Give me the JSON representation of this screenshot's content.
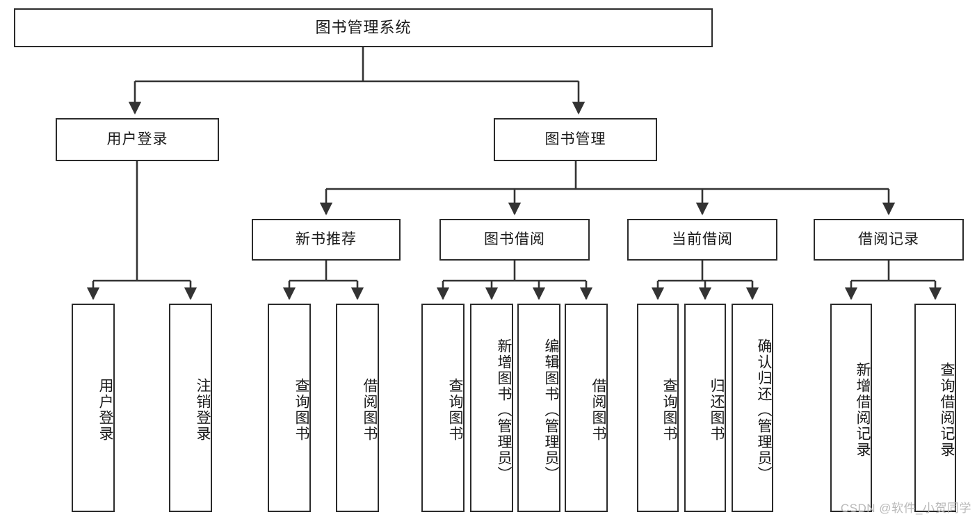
{
  "diagram": {
    "type": "tree",
    "title": "图书管理系统",
    "orientation": "top-down",
    "colors": {
      "box_border": "#2b2b2b",
      "box_fill": "#ffffff",
      "connector": "#333333",
      "text": "#1a1a1a",
      "watermark": "#b9b9b9",
      "background": "#ffffff"
    },
    "nodes": {
      "root": {
        "label": "图书管理系统"
      },
      "level2": [
        {
          "label": "用户登录"
        },
        {
          "label": "图书管理"
        }
      ],
      "level3": [
        {
          "label": "新书推荐"
        },
        {
          "label": "图书借阅"
        },
        {
          "label": "当前借阅"
        },
        {
          "label": "借阅记录"
        }
      ],
      "leaves_user_login": [
        {
          "label": "用户登录"
        },
        {
          "label": "注销登录"
        }
      ],
      "leaves_new_book": [
        {
          "label": "查询图书"
        },
        {
          "label": "借阅图书"
        }
      ],
      "leaves_borrow": [
        {
          "label": "查询图书"
        },
        {
          "label": "新增图书（管理员）"
        },
        {
          "label": "编辑图书（管理员）"
        },
        {
          "label": "借阅图书"
        }
      ],
      "leaves_current": [
        {
          "label": "查询图书"
        },
        {
          "label": "归还图书"
        },
        {
          "label": "确认归还（管理员）"
        }
      ],
      "leaves_record": [
        {
          "label": "新增借阅记录"
        },
        {
          "label": "查询借阅记录"
        }
      ]
    }
  },
  "watermark": {
    "text": "CSDN @软件_小贺同学"
  }
}
